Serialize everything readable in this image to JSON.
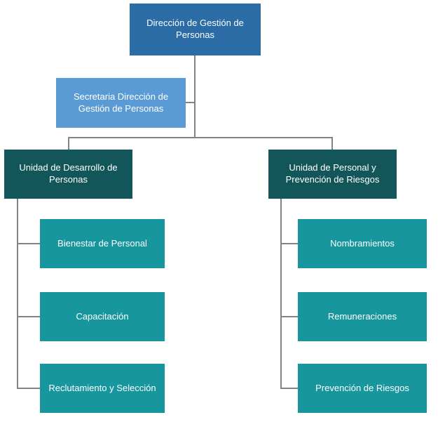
{
  "org_chart": {
    "root": {
      "label": "Dirección de Gestión de Personas"
    },
    "assistant": {
      "label": "Secretaria Dirección de Gestión de Personas"
    },
    "units": [
      {
        "label": "Unidad de Desarrollo de Personas",
        "children": [
          {
            "label": "Bienestar de Personal"
          },
          {
            "label": "Capacitación"
          },
          {
            "label": "Reclutamiento y Selección"
          }
        ]
      },
      {
        "label": "Unidad de Personal y Prevención de Riesgos",
        "children": [
          {
            "label": "Nombramientos"
          },
          {
            "label": "Remuneraciones"
          },
          {
            "label": "Prevención de Riesgos"
          }
        ]
      }
    ]
  },
  "colors": {
    "root": "#2b6ba6",
    "assistant": "#5b9bd5",
    "unit": "#125659",
    "leaf": "#17969e",
    "connector": "#7f8488",
    "text": "#ffffff",
    "background": "#ffffff"
  }
}
